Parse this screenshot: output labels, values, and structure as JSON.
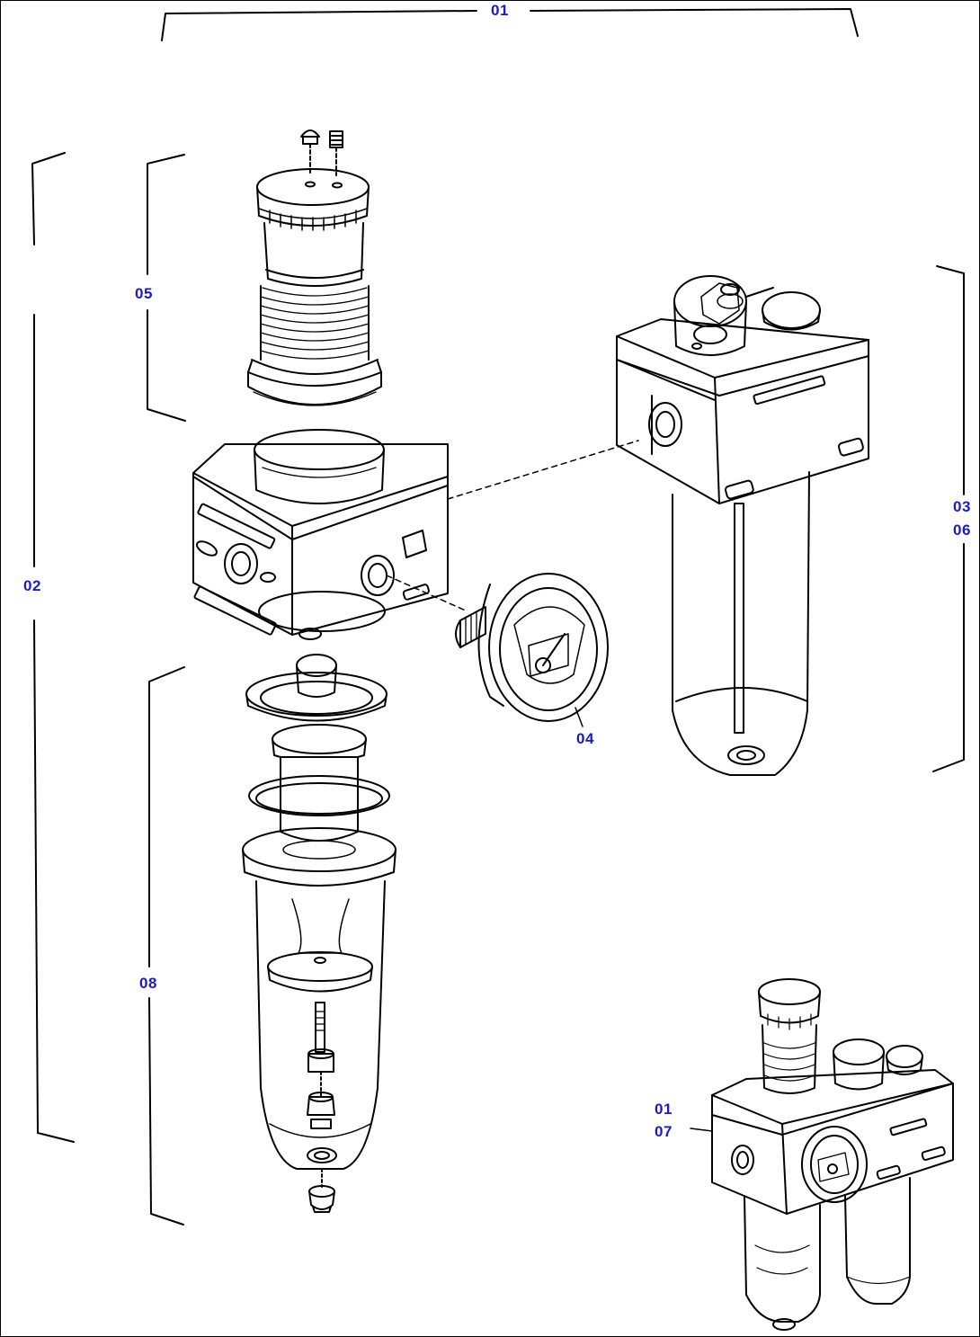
{
  "diagram": {
    "ink_color": "#000000",
    "label_color": "#1a1acc",
    "callouts": {
      "c01_top": "01",
      "c02": "02",
      "c03": "03",
      "c04": "04",
      "c05": "05",
      "c06": "06",
      "c08": "08",
      "c01_inset": "01",
      "c07": "07"
    }
  }
}
